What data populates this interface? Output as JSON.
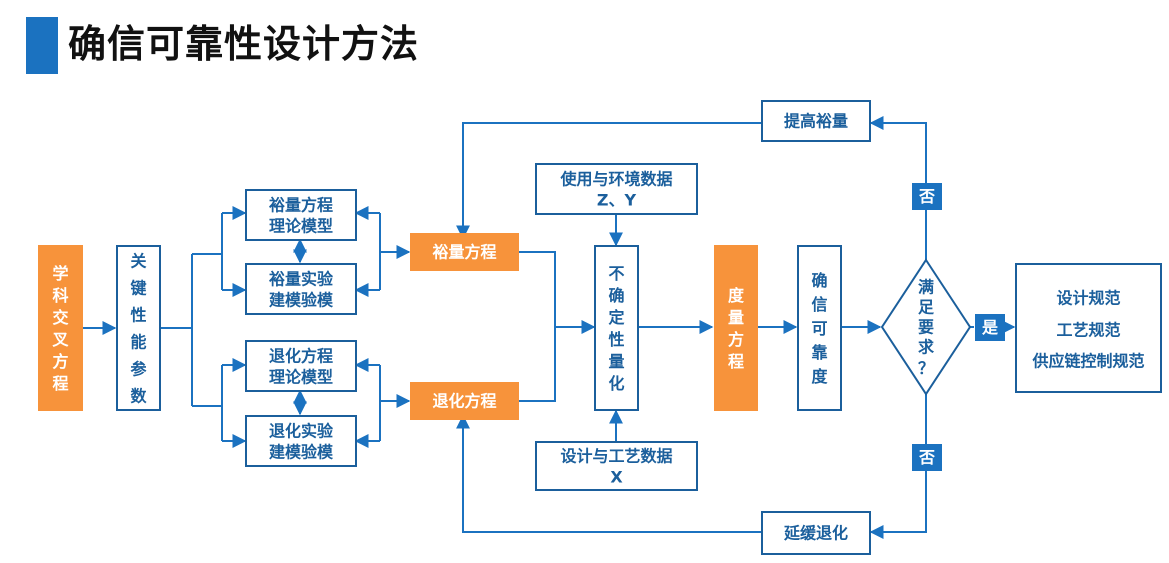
{
  "title": "确信可靠性设计方法",
  "nodes": {
    "interdisciplinary": "学科交叉方程",
    "key_params": "关键性能参数",
    "margin_theory": [
      "裕量方程",
      "理论模型"
    ],
    "margin_experiment": [
      "裕量实验",
      "建模验模"
    ],
    "degradation_theory": [
      "退化方程",
      "理论模型"
    ],
    "degradation_experiment": [
      "退化实验",
      "建模验模"
    ],
    "margin_equation": "裕量方程",
    "degradation_equation": "退化方程",
    "env_data": [
      "使用与环境数据",
      "Z、Y"
    ],
    "design_data": [
      "设计与工艺数据",
      "X"
    ],
    "uncertainty": "不确定性量化",
    "metric_equation": "度量方程",
    "reliability": "确信可靠度",
    "decision": [
      "满",
      "足",
      "要",
      "求",
      "？"
    ],
    "yes": "是",
    "no_top": "否",
    "no_bottom": "否",
    "improve_margin": "提高裕量",
    "delay_degradation": "延缓退化",
    "outputs": [
      "设计规范",
      "工艺规范",
      "供应链控制规范"
    ]
  },
  "colors": {
    "accent": "#1b72c0",
    "orange": "#f7933b",
    "text_blue": "#1b5f9c"
  }
}
